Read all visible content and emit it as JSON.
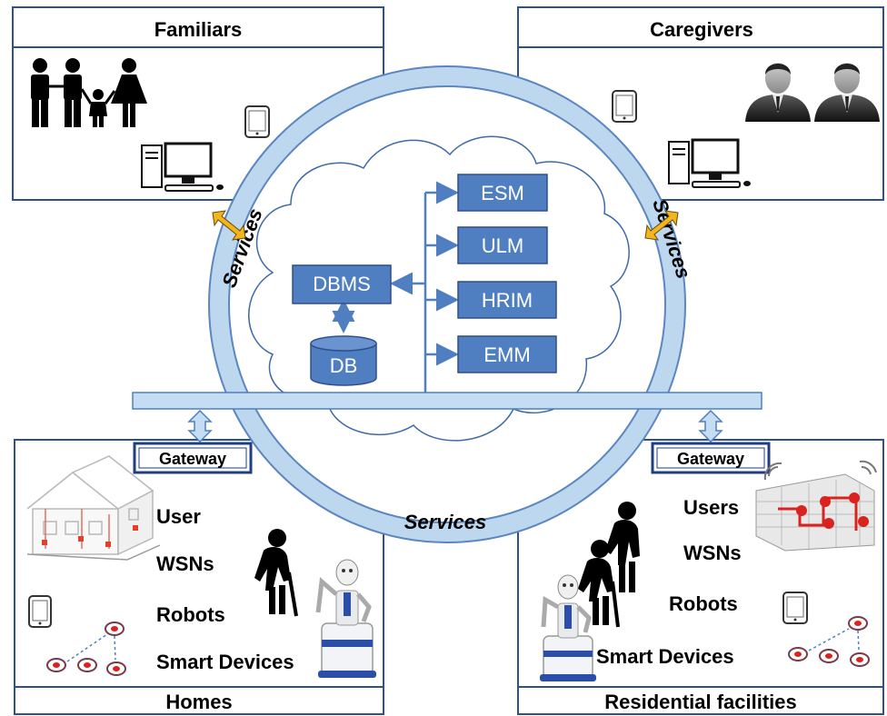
{
  "quadrants": {
    "familiars": {
      "title": "Familiars"
    },
    "caregivers": {
      "title": "Caregivers"
    },
    "homes": {
      "title": "Homes",
      "gateway": "Gateway",
      "items": [
        "User",
        "WSNs",
        "Robots",
        "Smart Devices"
      ]
    },
    "residential": {
      "title": "Residential facilities",
      "gateway": "Gateway",
      "items": [
        "Users",
        "WSNs",
        "Robots",
        "Smart Devices"
      ]
    }
  },
  "services_labels": {
    "left": "Services",
    "right": "Services",
    "bottom": "Services"
  },
  "cloud": {
    "dbms": "DBMS",
    "db": "DB",
    "modules": [
      "ESM",
      "ULM",
      "HRIM",
      "EMM"
    ]
  },
  "colors": {
    "box_border": "#2f4f8f",
    "ring_fill": "#bcd7ee",
    "ring_stroke": "#5b86c0",
    "module_fill": "#4f7fc0",
    "bus_fill": "#c5ddf2",
    "arrow_gold": "#f2b51d",
    "robot_blue": "#2b4ea8",
    "red": "#d9231e"
  },
  "icons": [
    "family-icon",
    "businessman-icon",
    "phone-icon",
    "desktop-computer-icon",
    "house-icon",
    "building-icon",
    "elderly-person-icon",
    "robot-icon",
    "sensor-node-icon"
  ]
}
